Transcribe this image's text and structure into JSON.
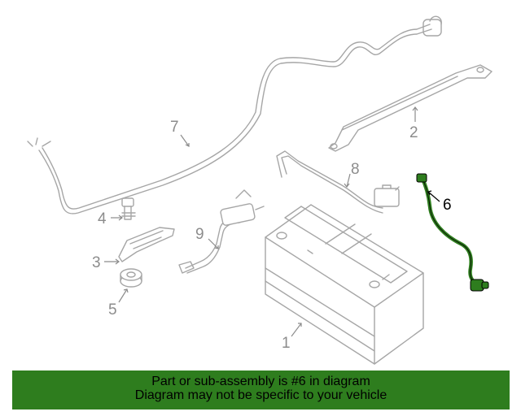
{
  "callouts": [
    {
      "id": "1",
      "label": "1"
    },
    {
      "id": "2",
      "label": "2"
    },
    {
      "id": "3",
      "label": "3"
    },
    {
      "id": "4",
      "label": "4"
    },
    {
      "id": "5",
      "label": "5"
    },
    {
      "id": "6",
      "label": "6"
    },
    {
      "id": "7",
      "label": "7"
    },
    {
      "id": "8",
      "label": "8"
    },
    {
      "id": "9",
      "label": "9"
    }
  ],
  "highlighted_part": "6",
  "colors": {
    "highlight": "#2e7d1e",
    "line_art": "#a6a6a6",
    "banner": "#2e7d1e"
  },
  "banner": {
    "line1": "Part or sub-assembly is #6 in diagram",
    "line2": "Diagram may not be specific to your vehicle"
  }
}
